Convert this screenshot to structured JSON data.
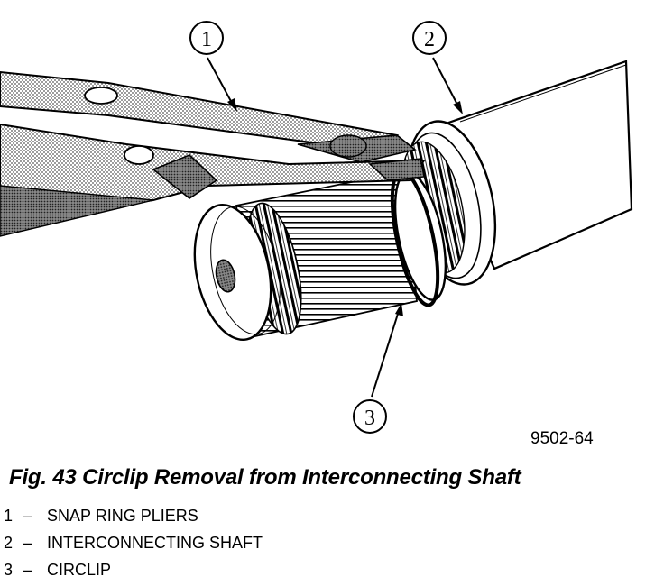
{
  "figure": {
    "callouts": [
      {
        "number": "1"
      },
      {
        "number": "2"
      },
      {
        "number": "3"
      }
    ],
    "figure_id": "9502-64",
    "caption": "Fig. 43 Circlip Removal from Interconnecting Shaft",
    "legend": [
      {
        "number": "1",
        "separator": "–",
        "label": "SNAP RING PLIERS"
      },
      {
        "number": "2",
        "separator": "–",
        "label": "INTERCONNECTING SHAFT"
      },
      {
        "number": "3",
        "separator": "–",
        "label": "CIRCLIP"
      }
    ]
  }
}
